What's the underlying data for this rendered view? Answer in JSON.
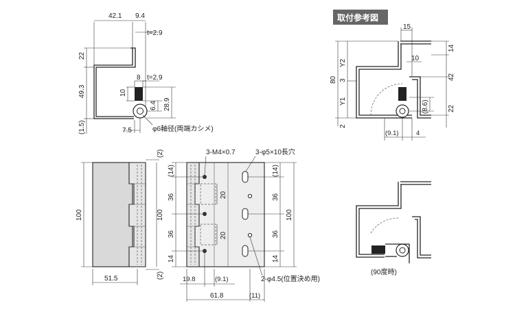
{
  "section_title": "取付参考図",
  "side_view": {
    "dims": {
      "d42_1": "42.1",
      "d9_4": "9.4",
      "t2_9_top": "t=2.9",
      "d22": "22",
      "d8": "8",
      "t2_9_mid": "t=2.9",
      "d10": "10",
      "d49_3": "49.3",
      "d6_4": "6.4",
      "d28_9": "28.9",
      "d1_5": "(1.5)",
      "d7_5": "7.5"
    },
    "axis_note": "φ6軸径(両端カシメ)"
  },
  "front_left": {
    "dims": {
      "d2_top": "(2)",
      "d100": "100",
      "d100_right": "100",
      "d2_bottom": "(2)",
      "d51_5": "51.5"
    }
  },
  "front_right": {
    "callout_m4": "3-M4×0.7",
    "callout_slot": "3-φ5×10長穴",
    "callout_pin": "2-φ4.5(位置決め用)",
    "dims": {
      "d14_tl": "(14)",
      "d36_l1": "36",
      "d36_l2": "36",
      "d14_bl": "14",
      "d20_a": "20",
      "d20_b": "20",
      "d14_tr": "(14)",
      "d36_r1": "36",
      "d36_r2": "36",
      "d14_br": "14",
      "d100": "100",
      "d19_8": "19.8",
      "d9_1": "(9.1)",
      "d61_8": "61.8",
      "d11": "(11)"
    }
  },
  "mount_view": {
    "dims": {
      "d15": "15",
      "d14": "14",
      "y2": "Y2",
      "d10": "10",
      "d80": "80",
      "d3": "3",
      "d42": "42",
      "y1": "Y1",
      "d8_6": "(8.6)",
      "d22": "22",
      "d2": "2",
      "d9_1": "(9.1)",
      "d4": "4"
    }
  },
  "open_view": {
    "caption": "(90度時)"
  }
}
